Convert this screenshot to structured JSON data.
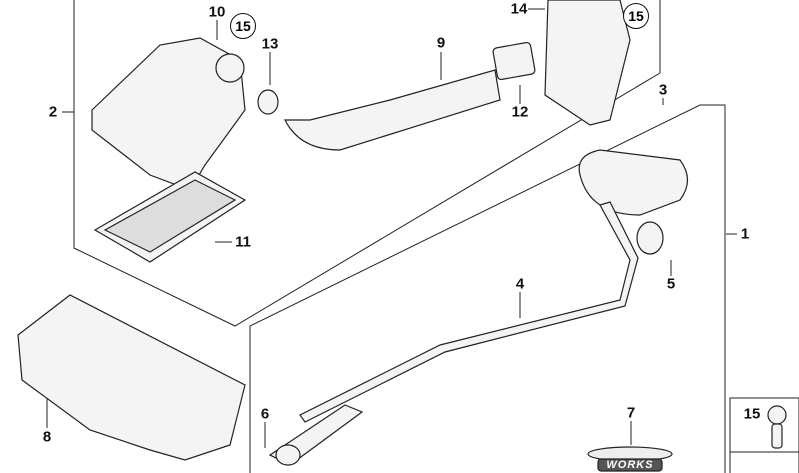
{
  "diagram": {
    "labels": {
      "p1": "1",
      "p2": "2",
      "p3": "3",
      "p4": "4",
      "p5": "5",
      "p6": "6",
      "p7": "7",
      "p8": "8",
      "p9": "9",
      "p10": "10",
      "p11": "11",
      "p12": "12",
      "p13": "13",
      "p14": "14",
      "p15a": "15",
      "p15b": "15",
      "p15c": "15"
    },
    "logo_text": "WORKS"
  }
}
